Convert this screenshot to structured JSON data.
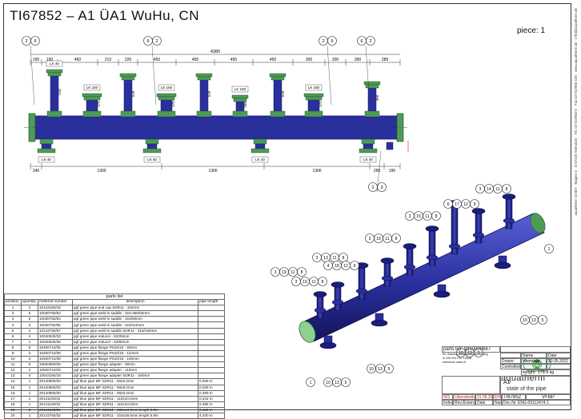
{
  "title": "TI67852 – A1 ÜA1 WuHu, CN",
  "piece": "piece: 1",
  "side_text": "aquatherm GmbH · Biggen 5 · D-57439 Attendorn · Tel. 02722/950-0 · Fax 02722/950-100 · www.aquatherm.de · info@aquatherm.de",
  "top_dims": {
    "overall": "4380",
    "segments": [
      "190",
      "150",
      "450",
      "213",
      "226",
      "450",
      "450",
      "450",
      "450",
      "300",
      "200",
      "300",
      "289"
    ],
    "bottom_segments": [
      "240",
      "1300",
      "1300",
      "1300",
      "250",
      "190"
    ]
  },
  "lk_labels": {
    "top": [
      "LK 40",
      "LK 160",
      "LK 160",
      "LK 160",
      "LK 180"
    ],
    "bottom": [
      "LK 40",
      "LK 40",
      "LK 40",
      "LK 40"
    ]
  },
  "branch_heights": [
    "518",
    "518",
    "518",
    "518",
    "273",
    "271",
    "270",
    "268",
    "272",
    "360"
  ],
  "front_balloons": [
    [
      "2",
      "6"
    ],
    [
      "6",
      "2"
    ],
    [
      "2",
      "6"
    ],
    [
      "6",
      "2"
    ],
    [
      "2",
      "3"
    ]
  ],
  "iso_balloons": [
    [
      "3",
      "14",
      "11",
      "8"
    ],
    [
      "6",
      "17",
      "12",
      "9"
    ],
    [
      "3",
      "15",
      "11",
      "8"
    ],
    [
      "3",
      "16",
      "11",
      "8"
    ],
    [
      "3",
      "13",
      "11",
      "8"
    ],
    [
      "4",
      "18",
      "12",
      "9"
    ],
    [
      "3",
      "19",
      "11",
      "8"
    ],
    [
      "3",
      "19",
      "11",
      "8"
    ],
    [
      "10",
      "13",
      "5"
    ],
    [
      "10",
      "13",
      "5"
    ],
    [
      "10",
      "13",
      "5"
    ],
    [
      "10",
      "13",
      "5"
    ],
    [
      "1"
    ],
    [
      "1"
    ]
  ],
  "parts_list": {
    "caption": "parts list",
    "headers": [
      "position",
      "quantity",
      "material number",
      "description",
      "pipe length"
    ],
    "rows": [
      [
        "1",
        "2",
        "10143150/18",
        "pgf green pipe end cap SDR11 - 315mm",
        ""
      ],
      [
        "2",
        "5",
        "10030750/52",
        "pgf green pipe weld-in saddle - 315-355/63mm",
        ""
      ],
      [
        "3",
        "5",
        "10030750/54",
        "pgf green pipe weld-in saddle - 315/90mm",
        ""
      ],
      [
        "4",
        "2",
        "10030750/55",
        "pgf green pipe weld-in saddle - 315/110mm",
        ""
      ],
      [
        "5",
        "4",
        "10143750/57",
        "pgf green pipe weld-in saddle SDR11 - 315/160mm",
        ""
      ],
      [
        "6",
        "4",
        "10040630/33",
        "pgf green pipe reducer - 63/25mm",
        ""
      ],
      [
        "7",
        "1",
        "10040630/36",
        "pgf green pipe reducer - 63/50mm",
        ""
      ],
      [
        "8",
        "5",
        "10400710/35",
        "pgf green pipe flange PN10/16 - 90mm",
        ""
      ],
      [
        "9",
        "3",
        "10400710/36",
        "pgf green pipe flange PN10/16 - 110mm",
        ""
      ],
      [
        "10",
        "4",
        "10400710/38",
        "pgf green pipe flange PN10/16 - 160mm",
        ""
      ],
      [
        "11",
        "5",
        "10500900/25",
        "pgf green pipe flange adapter - 90mm",
        ""
      ],
      [
        "12",
        "2",
        "10500710/26",
        "pgf green pipe flange adapter - 110mm",
        ""
      ],
      [
        "13",
        "4",
        "10543160/18",
        "pgf green pipe flange adapter SDR11 - 160mm",
        ""
      ],
      [
        "14",
        "1",
        "20140900/20",
        "pgf blue pipe MF SDR11 - 90x8.2mm",
        "0.339 m"
      ],
      [
        "15",
        "1",
        "20140900/20",
        "pgf blue pipe MF SDR11 - 90x8.2mm",
        "0.339 m"
      ],
      [
        "16",
        "1",
        "20140900/20",
        "pgf blue pipe MF SDR11 - 90x8.2mm",
        "0.489 m"
      ],
      [
        "17",
        "1",
        "20141100/22",
        "pgf blue pipe MF SDR11 - 110x10.0mm",
        "0.242 m"
      ],
      [
        "18",
        "1",
        "20141100/22",
        "pgf blue pipe MF SDR11 - 110x10.0mm",
        "0.488 m"
      ],
      [
        "19",
        "2",
        "20141600/26",
        "pgf blue pipe MF SDR11 - 160x14.6mm length 5.8m",
        "0.180 m"
      ],
      [
        "20",
        "1",
        "20143750/32",
        "pgf blue pipe MF SDR11 - 315x28.6mm length 5.8m",
        "4.440 m"
      ]
    ]
  },
  "title_block": {
    "parts_list_no": "parts list: 9310000687",
    "note1": "for drawing dimensions according",
    "note2": "to DIN EN ISO 10628",
    "note3": "tolerance class B",
    "col_name": "Name",
    "col_date": "Date",
    "drawn_label": "Drawn:",
    "drawn_name": "Hennricht",
    "drawn_date": "30.05.2022",
    "controlled_label": "Controlled:",
    "weight": "weight: 179.4 kg",
    "drawing_title": "A1",
    "rev_index": "001",
    "rev_text": "Überarbeitung 1",
    "rev_date": "31.05.2022",
    "rev_name": "EHE",
    "drawing_no": "TI67852",
    "format": "VFBP",
    "index_label": "Index",
    "rev_ext_label": "Rev./Extension",
    "date_label": "Date",
    "name_label": "Name",
    "doc_no": "Doc.Nr. ENG-00113474.1"
  },
  "logo": {
    "mark": "(a)",
    "name": "aquatherm",
    "tagline": "state of the pipe"
  },
  "colors": {
    "pipe_blue": "#2a2f9e",
    "pipe_dark": "#16186a",
    "flange_green": "#4e9b55",
    "flange_light": "#8fd08f",
    "dim_red": "#cc2222",
    "rev_red": "#d01515"
  }
}
